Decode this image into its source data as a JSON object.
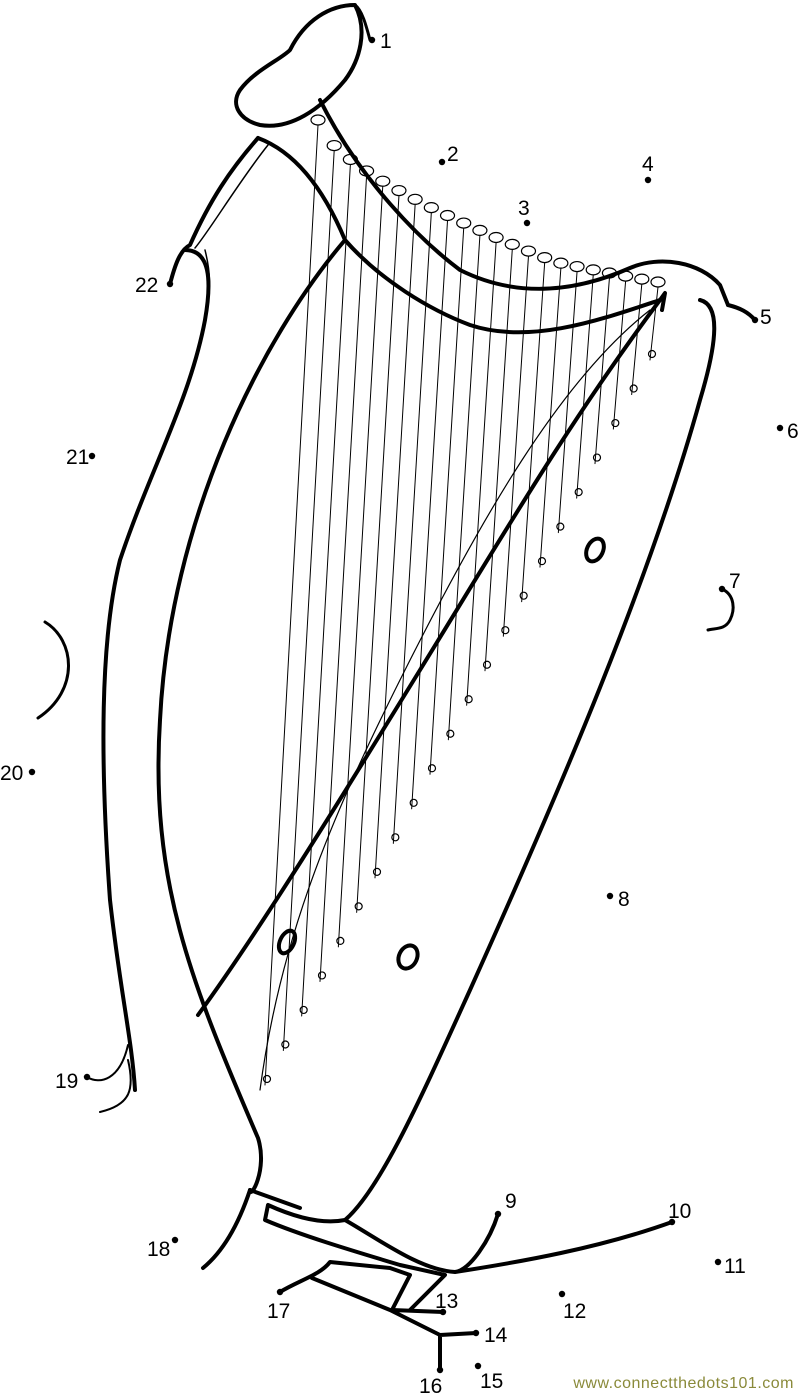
{
  "worksheet": {
    "subject": "harp",
    "dot_labels": [
      "1",
      "2",
      "3",
      "4",
      "5",
      "6",
      "7",
      "8",
      "9",
      "10",
      "11",
      "12",
      "13",
      "14",
      "15",
      "16",
      "17",
      "18",
      "19",
      "20",
      "21",
      "22"
    ],
    "watermark": "www.connectthedots101.com",
    "line_color": "#000000",
    "watermark_color": "#8a8a3a"
  }
}
